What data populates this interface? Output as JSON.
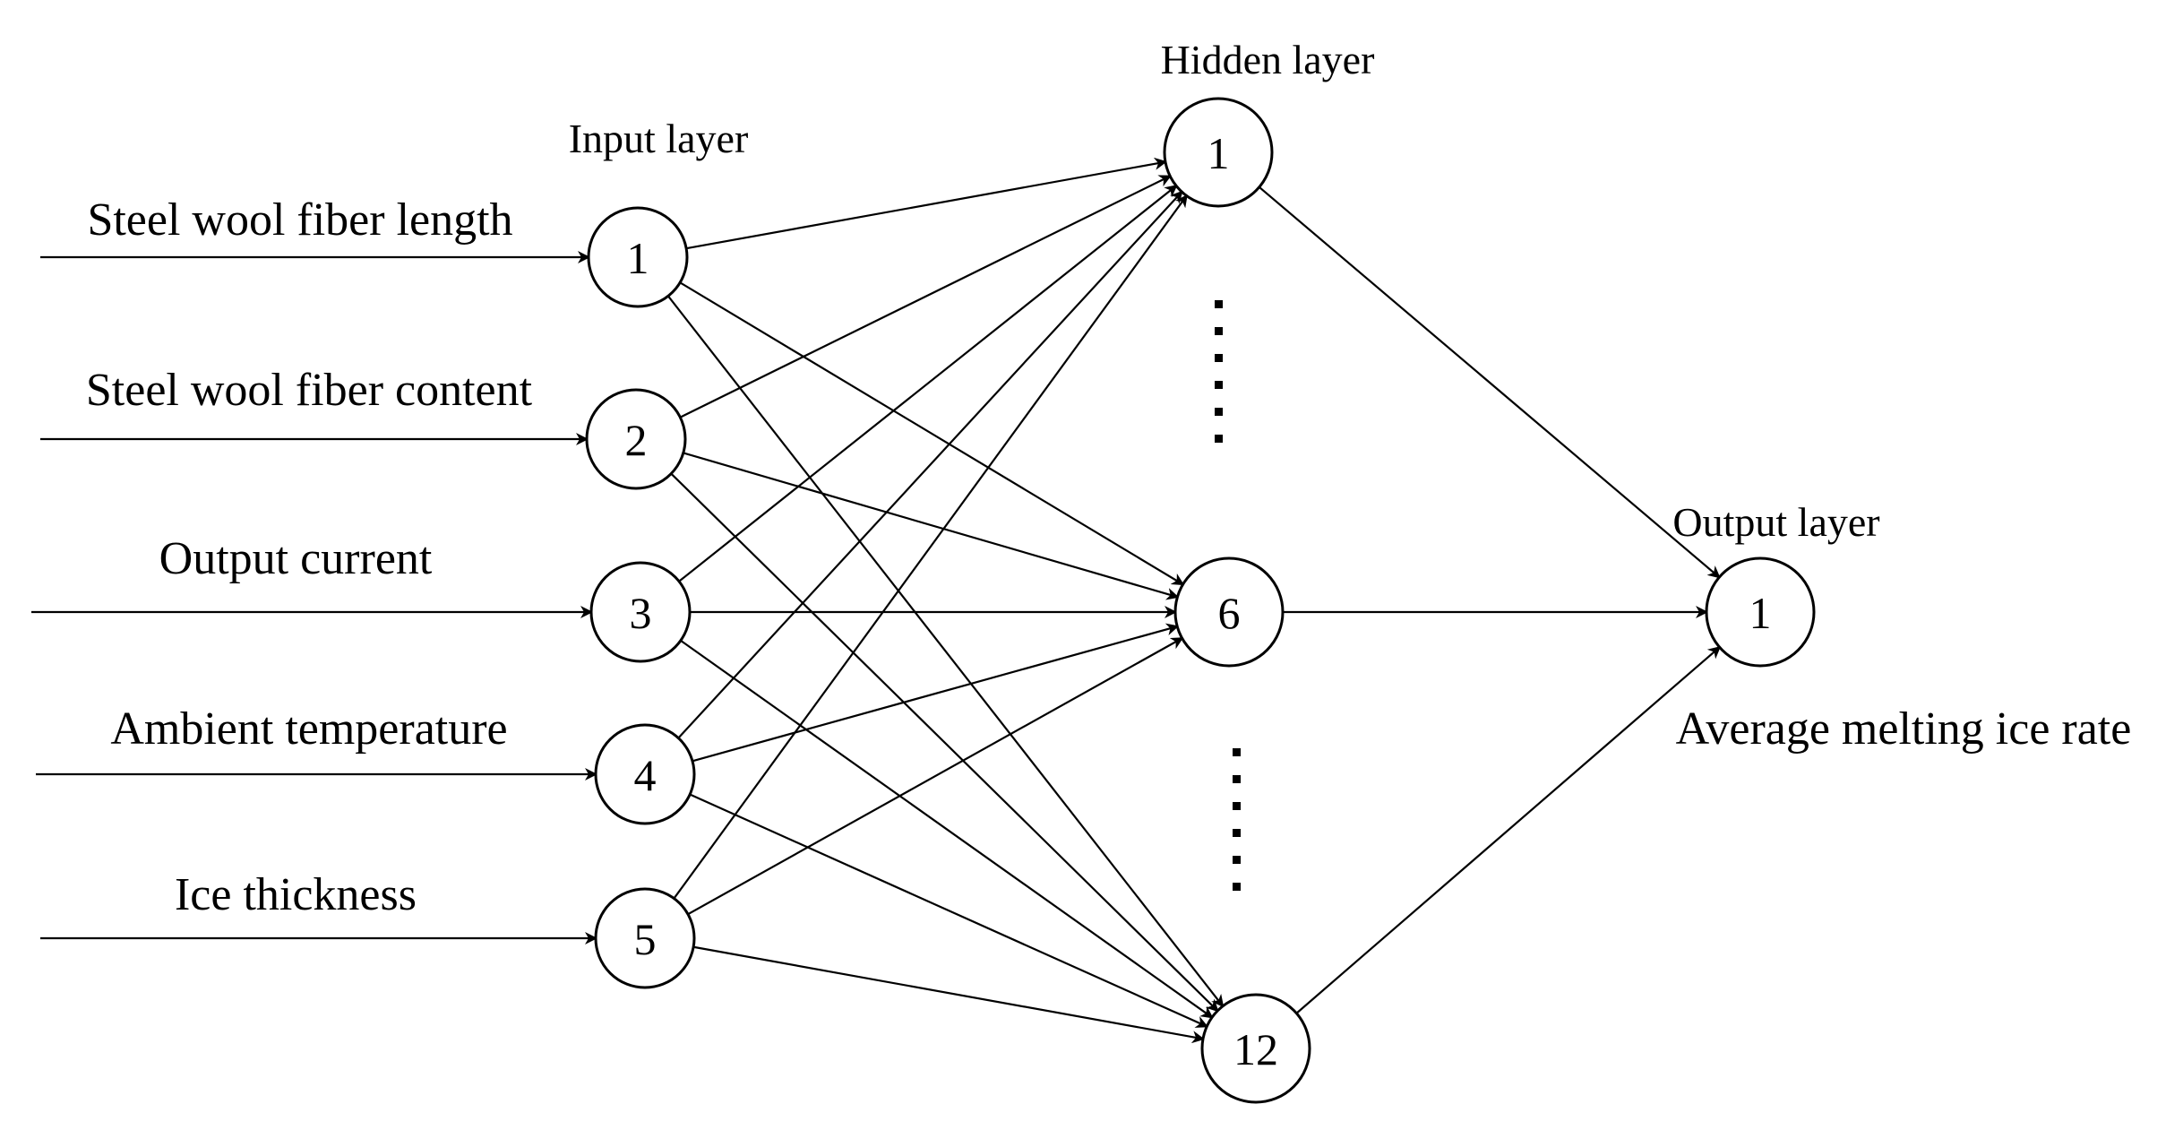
{
  "diagram": {
    "layers": {
      "input": {
        "title": "Input layer",
        "nodes": [
          "1",
          "2",
          "3",
          "4",
          "5"
        ],
        "features": [
          "Steel wool fiber length",
          "Steel wool fiber content",
          "Output current",
          "Ambient temperature",
          "Ice thickness"
        ]
      },
      "hidden": {
        "title": "Hidden layer",
        "nodes": [
          "1",
          "6",
          "12"
        ]
      },
      "output": {
        "title": "Output layer",
        "nodes": [
          "1"
        ],
        "result": "Average melting ice rate"
      }
    },
    "colors": {
      "stroke": "#000000",
      "background": "#ffffff"
    }
  }
}
